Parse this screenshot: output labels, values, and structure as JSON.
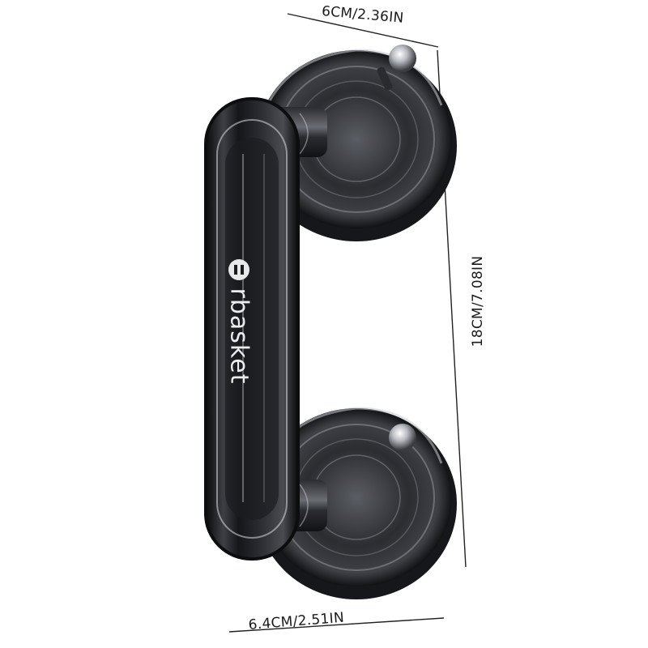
{
  "dimensions": {
    "top_width": "6CM/2.36IN",
    "height": "18CM/7.08IN",
    "bottom_width": "6.4CM/2.51IN"
  },
  "product": {
    "brand_text": "rbasket",
    "brand_mark_icon": "brand-logo-icon"
  },
  "colors": {
    "background": "#ffffff",
    "handle_dark": "#1e1f22",
    "handle_mid": "#4a4c52",
    "highlight": "#d7d9de",
    "dimension_line": "#222222"
  }
}
